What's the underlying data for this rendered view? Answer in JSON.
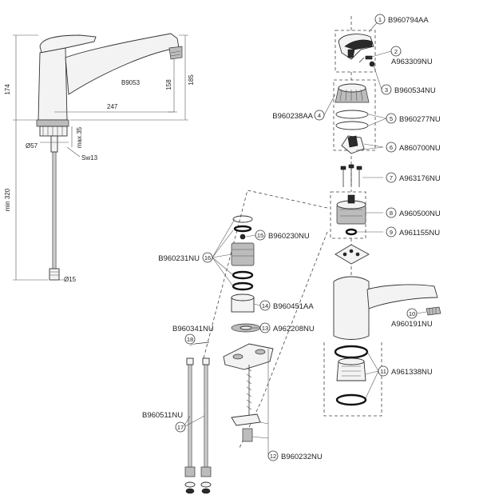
{
  "product": {
    "body_code": "B9053"
  },
  "dimensions": {
    "total_height": "174",
    "spout_height": "158",
    "overall_height": "185",
    "spout_reach": "247",
    "base_diameter": "Ø57",
    "max_deck": "max.35",
    "wrench": "Sw13",
    "hose_length": "min 320",
    "hose_diameter": "Ø15"
  },
  "parts": [
    {
      "num": "1",
      "code": "B960794AA"
    },
    {
      "num": "2",
      "code": "A963309NU"
    },
    {
      "num": "3",
      "code": "B960534NU"
    },
    {
      "num": "4",
      "code": "B960238AA"
    },
    {
      "num": "5",
      "code": "B960277NU"
    },
    {
      "num": "6",
      "code": "A860700NU"
    },
    {
      "num": "7",
      "code": "A963176NU"
    },
    {
      "num": "8",
      "code": "A960500NU"
    },
    {
      "num": "9",
      "code": "A961155NU"
    },
    {
      "num": "10",
      "code": "A960191NU"
    },
    {
      "num": "11",
      "code": "A961338NU"
    },
    {
      "num": "12",
      "code": "B960232NU"
    },
    {
      "num": "13",
      "code": "A962208NU"
    },
    {
      "num": "14",
      "code": "B960451AA"
    },
    {
      "num": "15",
      "code": "B960230NU"
    },
    {
      "num": "16",
      "code": "B960231NU"
    },
    {
      "num": "17",
      "code": "B960511NU"
    },
    {
      "num": "18",
      "code": "B960341NU"
    }
  ]
}
